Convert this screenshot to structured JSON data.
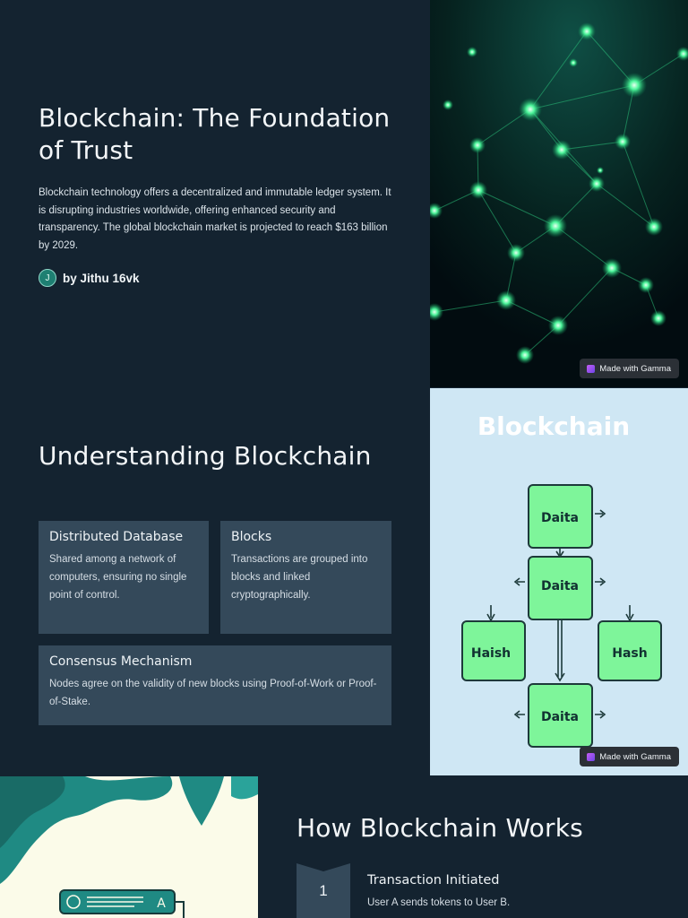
{
  "slide1": {
    "title": "Blockchain: The Foundation of Trust",
    "description": "Blockchain technology offers a decentralized and immutable ledger system. It is disrupting industries worldwide, offering enhanced security and transparency. The global blockchain market is projected to reach $163 billion by 2029.",
    "author_initial": "J",
    "author": "by Jithu 16vk",
    "badge": "Made with Gamma"
  },
  "slide2": {
    "title": "Understanding Blockchain",
    "cards": [
      {
        "title": "Distributed Database",
        "body": "Shared among a network of computers, ensuring no single point of control."
      },
      {
        "title": "Blocks",
        "body": "Transactions are grouped into blocks and linked cryptographically."
      },
      {
        "title": "Consensus Mechanism",
        "body": "Nodes agree on the validity of new blocks using Proof-of-Work or Proof-of-Stake."
      }
    ],
    "diagram": {
      "heading": "Blockchain",
      "blocks": [
        "Daita",
        "Daita",
        "Haish",
        "Hash",
        "Daita"
      ]
    },
    "badge": "Made with Gamma"
  },
  "slide3": {
    "title": "How Blockchain Works",
    "illustration_label": "A",
    "step": {
      "number": "1",
      "title": "Transaction Initiated",
      "body": "User A sends tokens to User B."
    }
  },
  "colors": {
    "background": "#142330",
    "card": "#34495a",
    "accent_green": "#2fe88a",
    "diagram_bg": "#cfe7f4",
    "block_green": "#7ef59a",
    "teal": "#1f8a83"
  },
  "icons": [
    "gamma-logo-icon",
    "avatar",
    "arrow-right-icon",
    "arrow-down-icon",
    "checkmark-icon"
  ]
}
